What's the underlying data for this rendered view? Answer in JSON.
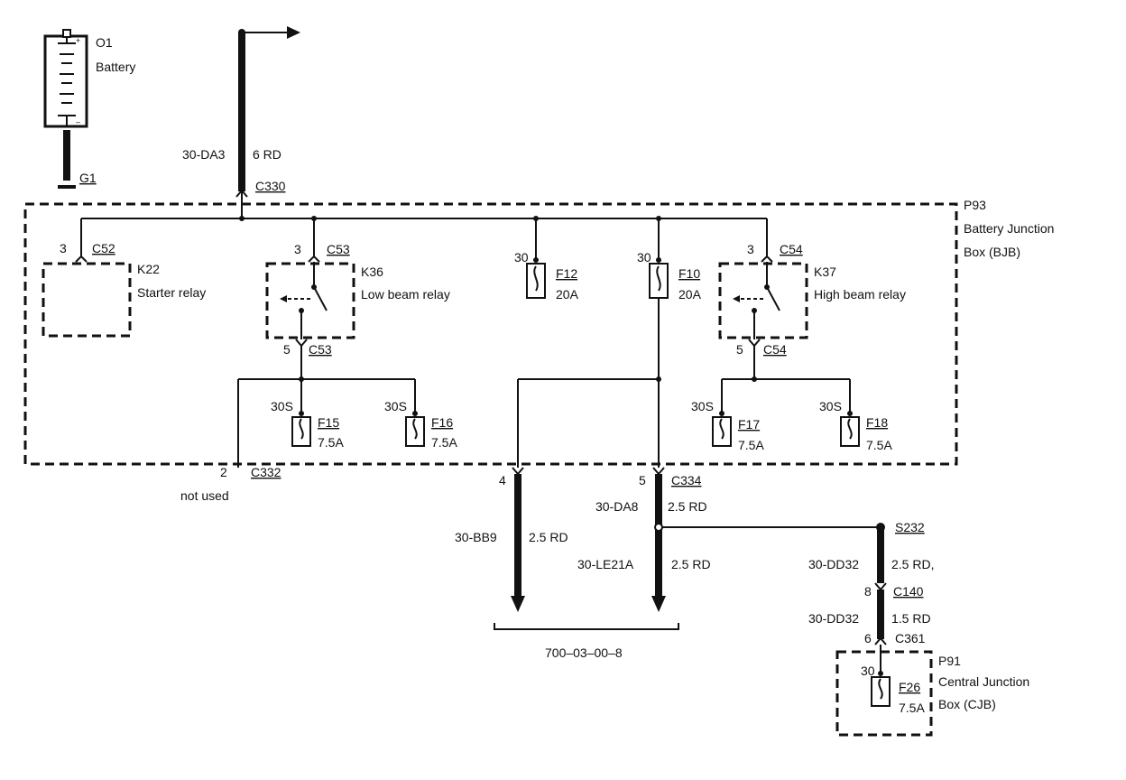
{
  "battery": {
    "id": "O1",
    "name": "Battery",
    "ground": "G1"
  },
  "supply": {
    "circuit": "30-DA3",
    "wire": "6 RD",
    "connector": "C330"
  },
  "bjb": {
    "id": "P93",
    "name_line1": "Battery Junction",
    "name_line2": "Box (BJB)"
  },
  "k22": {
    "pin": "3",
    "connector": "C52",
    "id": "K22",
    "name": "Starter relay"
  },
  "k36": {
    "pin_in": "3",
    "connector_in": "C53",
    "id": "K36",
    "name": "Low beam relay",
    "pin_out": "5",
    "connector_out": "C53"
  },
  "k37": {
    "pin_in": "3",
    "connector_in": "C54",
    "id": "K37",
    "name": "High beam relay",
    "pin_out": "5",
    "connector_out": "C54"
  },
  "f12": {
    "pin": "30",
    "id": "F12",
    "rating": "20A"
  },
  "f10": {
    "pin": "30",
    "id": "F10",
    "rating": "20A"
  },
  "f15": {
    "pin": "30S",
    "id": "F15",
    "rating": "7.5A"
  },
  "f16": {
    "pin": "30S",
    "id": "F16",
    "rating": "7.5A"
  },
  "f17": {
    "pin": "30S",
    "id": "F17",
    "rating": "7.5A"
  },
  "f18": {
    "pin": "30S",
    "id": "F18",
    "rating": "7.5A"
  },
  "c332": {
    "pin": "2",
    "connector": "C332",
    "note": "not used"
  },
  "c334": {
    "pin_left": "4",
    "pin_right": "5",
    "connector": "C334"
  },
  "wires": {
    "bb9": {
      "circuit": "30-BB9",
      "wire": "2.5 RD"
    },
    "da8": {
      "circuit": "30-DA8",
      "wire": "2.5 RD"
    },
    "le21a": {
      "circuit": "30-LE21A",
      "wire": "2.5 RD"
    },
    "dd32_a": {
      "circuit": "30-DD32",
      "wire": "2.5 RD,"
    },
    "dd32_b": {
      "circuit": "30-DD32",
      "wire": "1.5 RD"
    }
  },
  "splice": "S232",
  "c140": {
    "pin": "8",
    "connector": "C140"
  },
  "c361": {
    "pin": "6",
    "connector": "C361"
  },
  "cjb": {
    "id": "P91",
    "name_line1": "Central Junction",
    "name_line2": "Box (CJB)"
  },
  "f26": {
    "pin": "30",
    "id": "F26",
    "rating": "7.5A"
  },
  "reference": "700–03–00–8"
}
